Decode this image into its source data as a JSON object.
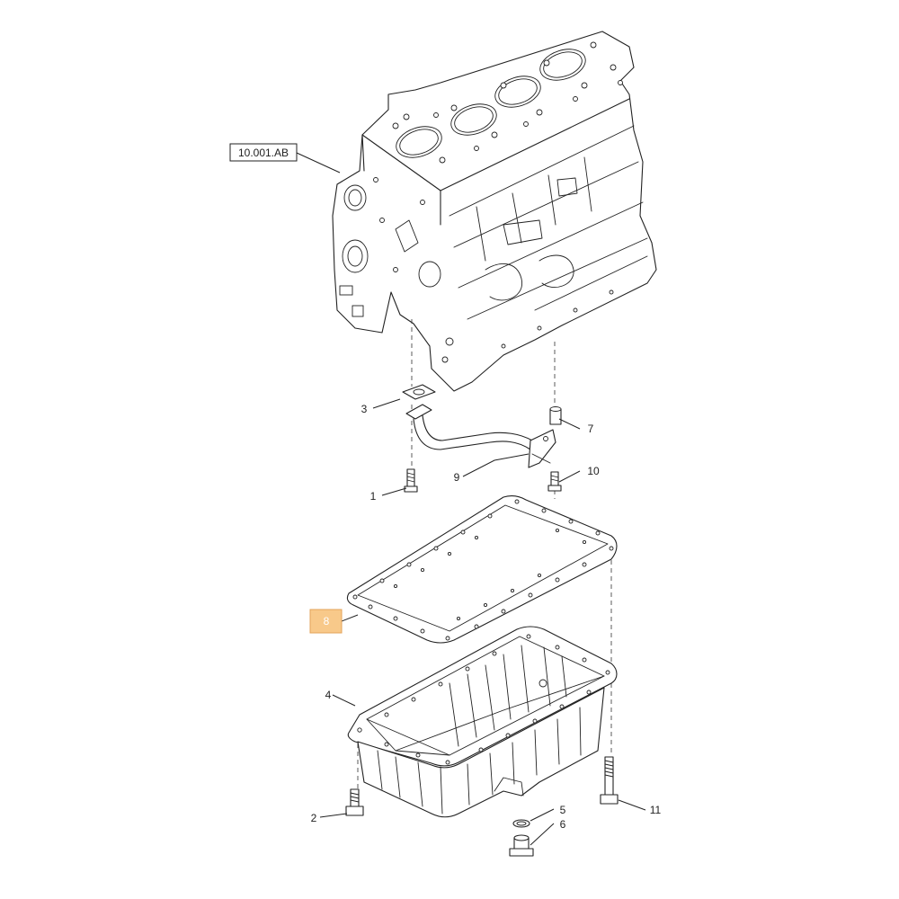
{
  "reference_label": "10.001.AB",
  "callouts": {
    "c1": "1",
    "c2": "2",
    "c3": "3",
    "c4": "4",
    "c5": "5",
    "c6": "6",
    "c7": "7",
    "c8": "8",
    "c9": "9",
    "c10": "10",
    "c11": "11"
  },
  "highlighted_callout": "8",
  "colors": {
    "line": "#222222",
    "highlight_fill": "#f8c98a",
    "background": "#ffffff"
  }
}
